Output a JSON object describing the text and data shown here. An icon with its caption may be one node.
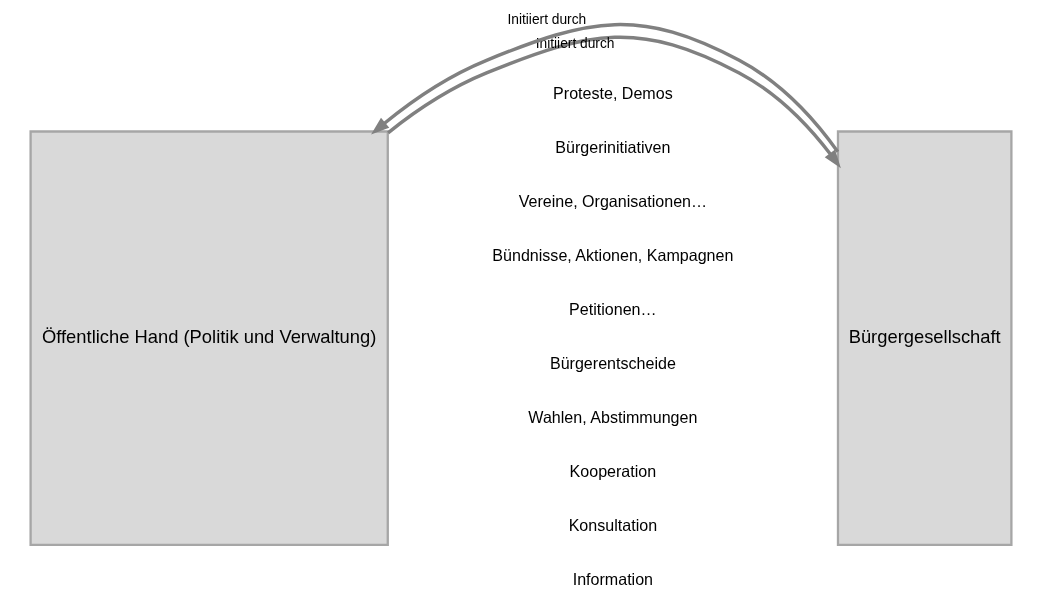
{
  "diagram": {
    "nodes": [
      {
        "text": [
          "Öffentliche Hand (Politik und Verwaltung)"
        ]
      },
      {
        "text": [
          "Bürgergesellschaft"
        ]
      }
    ],
    "edges": [
      {
        "from": 1,
        "to": 0,
        "arrow": "to",
        "label": "Initiiert durch"
      },
      {
        "from": 0,
        "to": 1,
        "arrow": "to",
        "label": "Initiiert durch"
      }
    ],
    "labels": [
      "Proteste, Demos",
      "Bürgerinitiativen",
      "Vereine, Organisationen…",
      "Bündnisse, Aktionen, Kampagnen",
      "Petitionen…",
      "Bürgerentscheide",
      "Wahlen, Abstimmungen",
      "Kooperation",
      "Konsultation",
      "Information"
    ]
  }
}
